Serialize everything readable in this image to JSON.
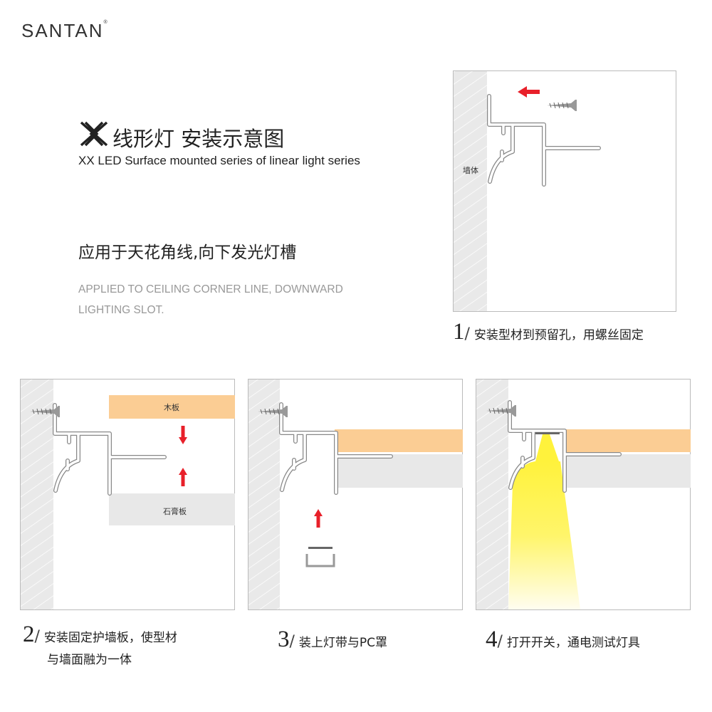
{
  "brand": {
    "logo": "SANTAN",
    "reg": "®"
  },
  "header": {
    "title": "线形灯 安装示意图",
    "subtitle": "XX LED Surface mounted series of linear light series"
  },
  "application": {
    "title": "应用于天花角线,向下发光灯槽",
    "en_line1": "APPLIED TO CEILING CORNER LINE, DOWNWARD",
    "en_line2": "LIGHTING SLOT."
  },
  "panel1": {
    "wall_label": "墙体"
  },
  "panel2": {
    "wood_label": "木板",
    "gypsum_label": "石膏板"
  },
  "steps": [
    {
      "num": "1",
      "text": "安装型材到预留孔，用螺丝固定"
    },
    {
      "num": "2",
      "text": "安装固定护墙板，使型材",
      "text2": "与墙面融为一体"
    },
    {
      "num": "3",
      "text": "装上灯带与PC罩"
    },
    {
      "num": "4",
      "text": "打开开关，通电测试灯具"
    }
  ],
  "colors": {
    "wood": "#fbcd94",
    "gypsum": "#e8e8e8",
    "arrow": "#e8202a",
    "wall": "#e9e9e9",
    "light": "#fff23c"
  }
}
